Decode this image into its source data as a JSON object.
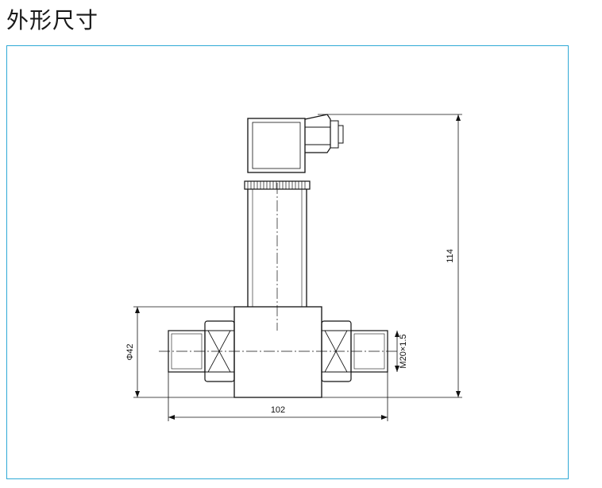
{
  "page": {
    "title": "外形尺寸"
  },
  "drawing": {
    "dim_height": "114",
    "dim_width": "102",
    "dim_diameter": "Φ42",
    "dim_thread": "M20×1.5"
  },
  "colors": {
    "frame": "#2fa9d6",
    "line": "#111111"
  }
}
